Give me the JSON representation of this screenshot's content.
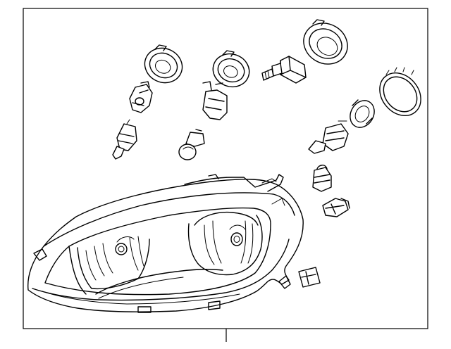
{
  "diagram": {
    "parts": [
      "headlamp-assembly",
      "low-beam-cap",
      "high-beam-cap",
      "adjuster-motor",
      "large-cap",
      "bulb-socket-left",
      "bulb-socket-center",
      "bulb-left",
      "bulb-center",
      "turn-signal-socket",
      "turn-signal-bulb",
      "side-marker-socket",
      "side-marker-bulb",
      "retaining-clip",
      "seal-ring"
    ]
  }
}
